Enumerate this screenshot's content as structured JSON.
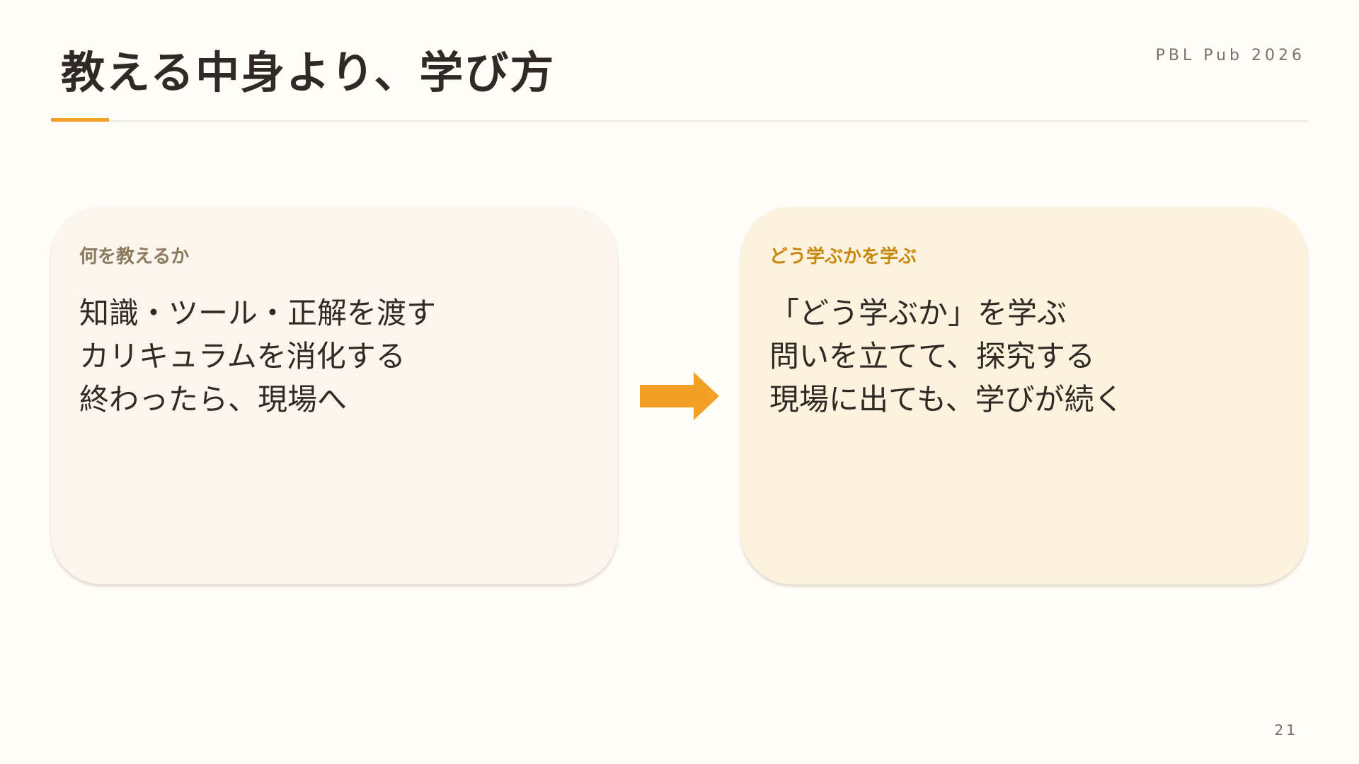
{
  "slide": {
    "title": "教える中身より、学び方",
    "brand": "PBL Pub 2026",
    "page_number": "21"
  },
  "colors": {
    "accent": "#f2a126",
    "left_card_bg": "#faf6ee",
    "right_card_bg": "#fdf2de",
    "left_label": "#8c7a5e",
    "right_label": "#c8870f",
    "text": "#2f2a24"
  },
  "cards": {
    "left": {
      "label": "何を教えるか",
      "lines": [
        "知識・ツール・正解を渡す",
        "カリキュラムを消化する",
        "終わったら、現場へ"
      ]
    },
    "right": {
      "label": "どう学ぶかを学ぶ",
      "lines": [
        "「どう学ぶか」を学ぶ",
        "問いを立てて、探究する",
        "現場に出ても、学びが続く"
      ]
    }
  },
  "icons": {
    "transition": "arrow-right-icon"
  }
}
